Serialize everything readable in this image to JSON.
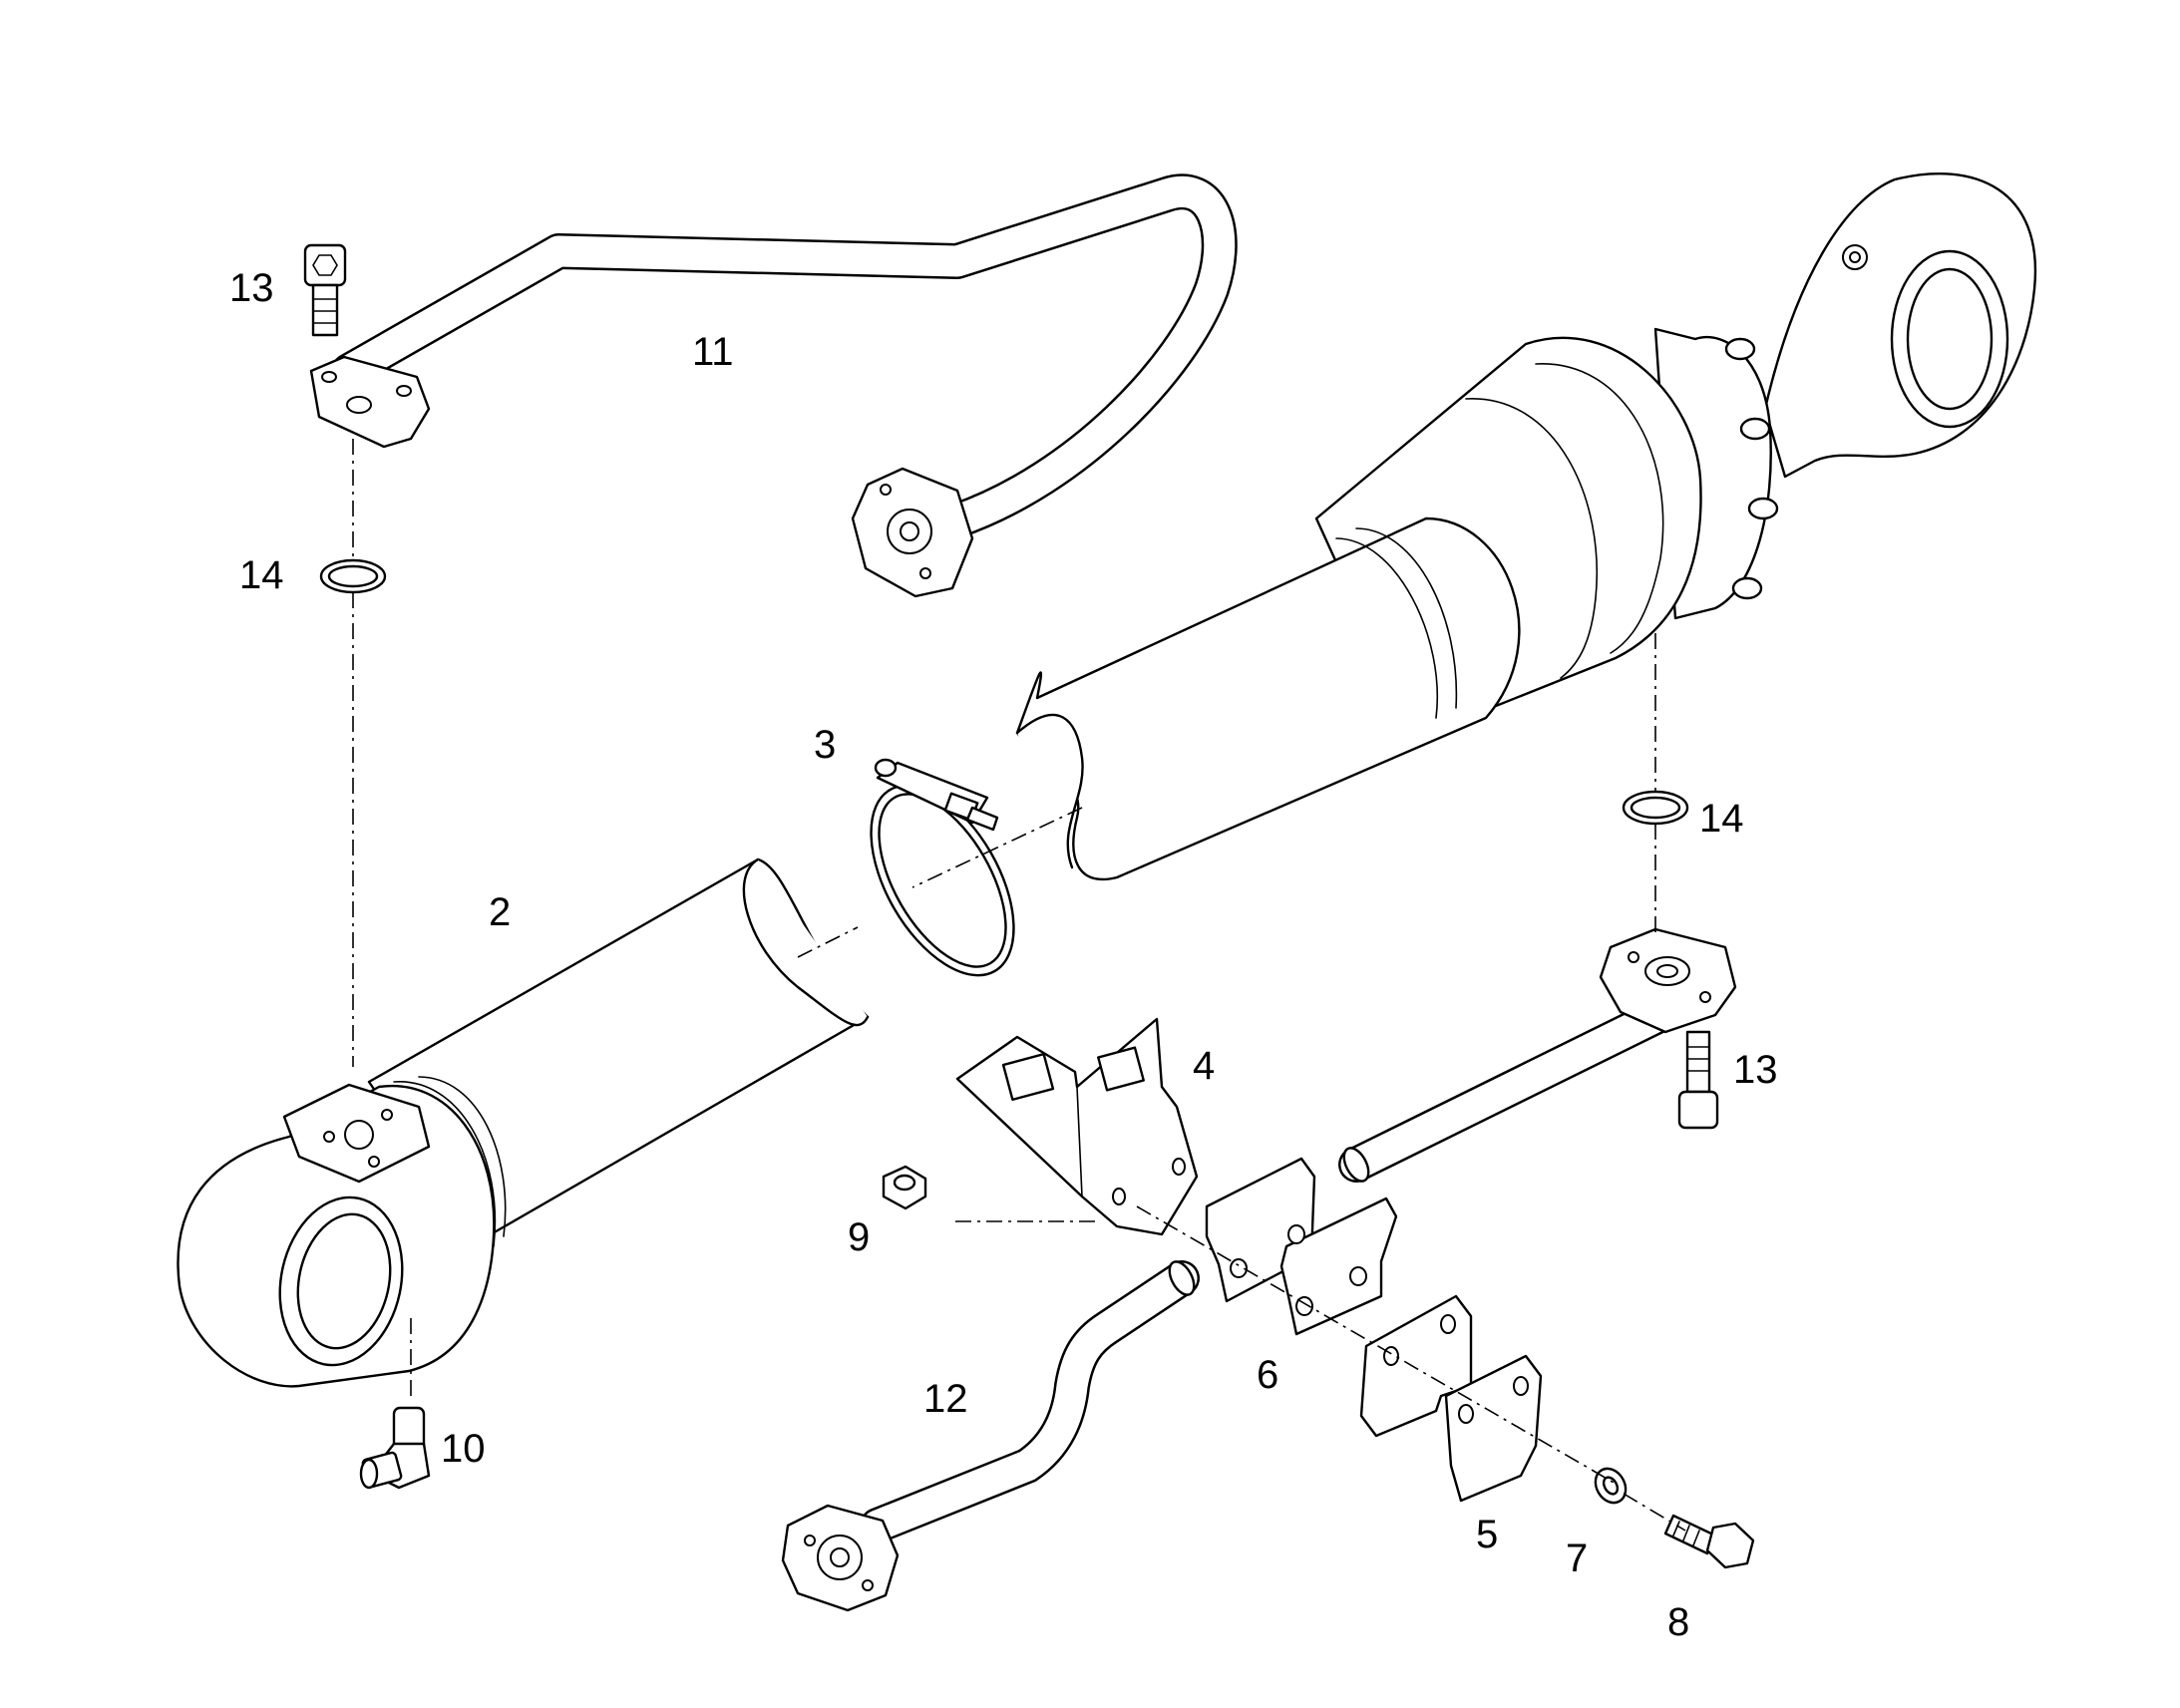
{
  "callouts": {
    "c2": "2",
    "c3": "3",
    "c4": "4",
    "c5": "5",
    "c6": "6",
    "c7": "7",
    "c8": "8",
    "c9": "9",
    "c10": "10",
    "c11": "11",
    "c12": "12",
    "c13a": "13",
    "c13b": "13",
    "c14a": "14",
    "c14b": "14"
  },
  "style": {
    "line_color": "#000000",
    "background": "#ffffff"
  }
}
